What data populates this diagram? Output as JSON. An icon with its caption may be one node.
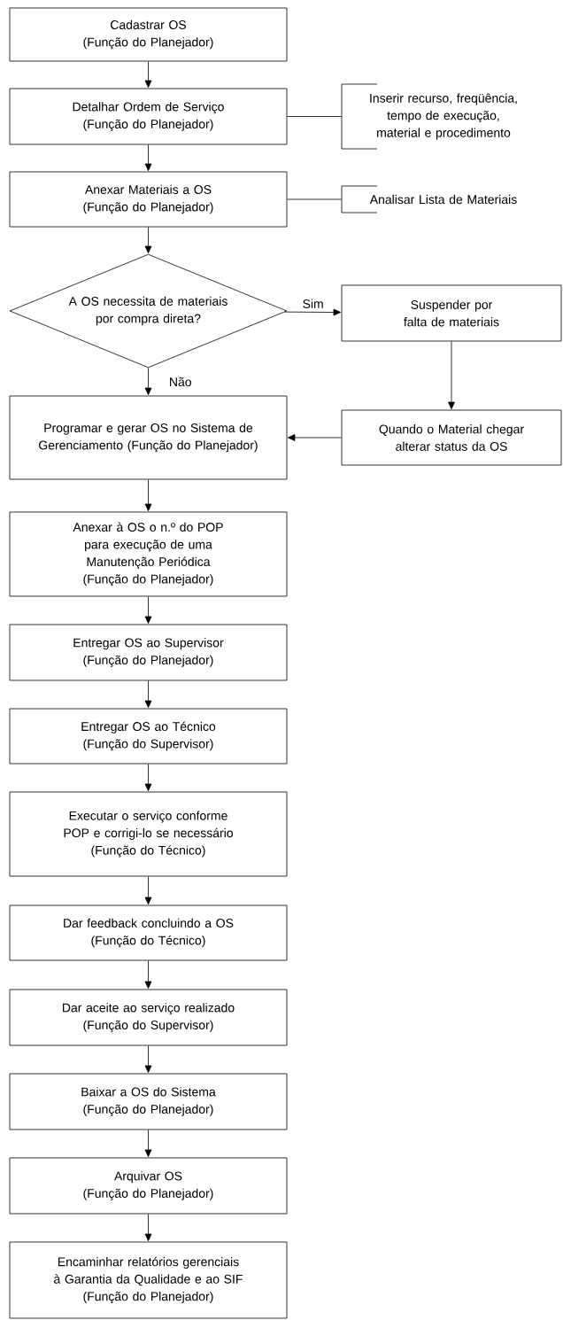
{
  "diagram": {
    "nodes": [
      {
        "text": [
          "Cadastrar OS",
          "(Função do Planejador)"
        ]
      },
      {
        "text": [
          "Detalhar Ordem de Serviço (Função do Planejador)"
        ]
      },
      {
        "text": [
          "Inserir recurso, freqüência, tempo de execução, material e procedimento"
        ]
      },
      {
        "text": [
          "Anexar Materiais a OS",
          "(Função do Planejador)"
        ]
      },
      {
        "text": [
          "Analisar Lista de Materiais"
        ]
      },
      {
        "text": [
          "A OS necessita de materiais por compra direta?"
        ]
      },
      {
        "text": [
          "Suspender por falta de materiais"
        ]
      },
      {
        "text": [
          "Programar e gerar OS no Sistema de Gerenciamento (Função do Planejador)"
        ]
      },
      {
        "text": [
          "Quando o Material chegar alterar status da OS"
        ]
      },
      {
        "text": [
          "Anexar à OS o n.º do POP para execução de uma Manutenção Periódica",
          "(Função do Planejador)"
        ]
      },
      {
        "text": [
          "Entregar OS ao Supervisor",
          "(Função do Planejador)"
        ]
      },
      {
        "text": [
          "Entregar OS ao Técnico",
          "(Função do Supervisor)"
        ]
      },
      {
        "text": [
          "Executar o serviço conforme POP e corrigi-lo se necessário",
          "(Função do Técnico)"
        ]
      },
      {
        "text": [
          "Dar feedback concluindo a OS",
          "(Função do Técnico)"
        ]
      },
      {
        "text": [
          "Dar aceite ao serviço realizado",
          "(Função do Supervisor)"
        ]
      },
      {
        "text": [
          "Baixar a OS do Sistema",
          "(Função do Planejador)"
        ]
      },
      {
        "text": [
          "Arquivar OS",
          "(Função do Planejador)"
        ]
      },
      {
        "text": [
          "Encaminhar relatórios gerenciais à Garantia da Qualidade e ao SIF",
          "(Função do Planejador)"
        ]
      }
    ],
    "edges": [
      {
        "from": 0,
        "to": 1,
        "arrow": "to"
      },
      {
        "from": 1,
        "to": 2,
        "arrow": "none"
      },
      {
        "from": 1,
        "to": 3,
        "arrow": "to"
      },
      {
        "from": 3,
        "to": 4,
        "arrow": "none"
      },
      {
        "from": 3,
        "to": 5,
        "arrow": "to"
      },
      {
        "from": 5,
        "to": 6,
        "arrow": "to",
        "label": "Sim"
      },
      {
        "from": 5,
        "to": 7,
        "arrow": "to",
        "label": "Não"
      },
      {
        "from": 6,
        "to": 8,
        "arrow": "to"
      },
      {
        "from": 8,
        "to": 7,
        "arrow": "to"
      },
      {
        "from": 7,
        "to": 9,
        "arrow": "to"
      },
      {
        "from": 9,
        "to": 10,
        "arrow": "to"
      },
      {
        "from": 10,
        "to": 11,
        "arrow": "to"
      },
      {
        "from": 11,
        "to": 12,
        "arrow": "to"
      },
      {
        "from": 12,
        "to": 13,
        "arrow": "to"
      },
      {
        "from": 13,
        "to": 14,
        "arrow": "to"
      },
      {
        "from": 14,
        "to": 15,
        "arrow": "to"
      },
      {
        "from": 15,
        "to": 16,
        "arrow": "to"
      },
      {
        "from": 16,
        "to": 17,
        "arrow": "to"
      }
    ]
  }
}
